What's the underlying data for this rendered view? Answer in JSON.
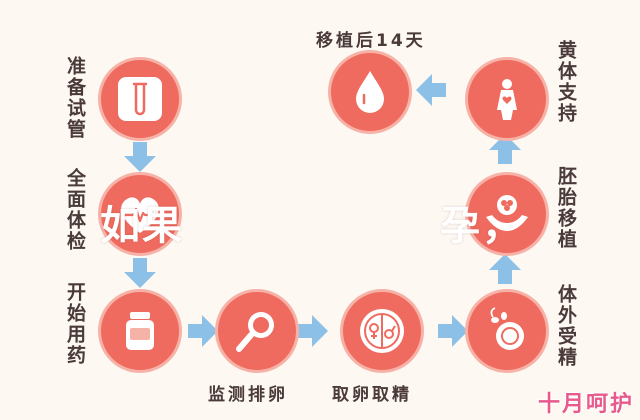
{
  "steps": {
    "prep_tube": "准备试管",
    "full_checkup": "全面体检",
    "start_medication": "开始用药",
    "monitor_ovulation": "监测排卵",
    "egg_sperm_retrieval": "取卵取精",
    "ivf": "体外受精",
    "embryo_transfer": "胚胎移植",
    "luteal_support": "黄体支持",
    "post_transfer_14d": "移植后14天"
  },
  "overlay_text": {
    "left": "如果",
    "right": "孕，"
  },
  "watermark": "十月呵护",
  "colors": {
    "node_fill": "#ef6b5f",
    "node_ring": "#f7b2a8",
    "arrow": "#8cc0e6",
    "background": "#fdf8f2",
    "watermark": "#e85a8c"
  },
  "icons": [
    "test-tube-icon",
    "heart-icon",
    "pill-bottle-icon",
    "magnifier-icon",
    "gender-symbols-icon",
    "sperm-egg-icon",
    "embryo-hands-icon",
    "pregnant-woman-icon",
    "blood-drop-icon"
  ]
}
